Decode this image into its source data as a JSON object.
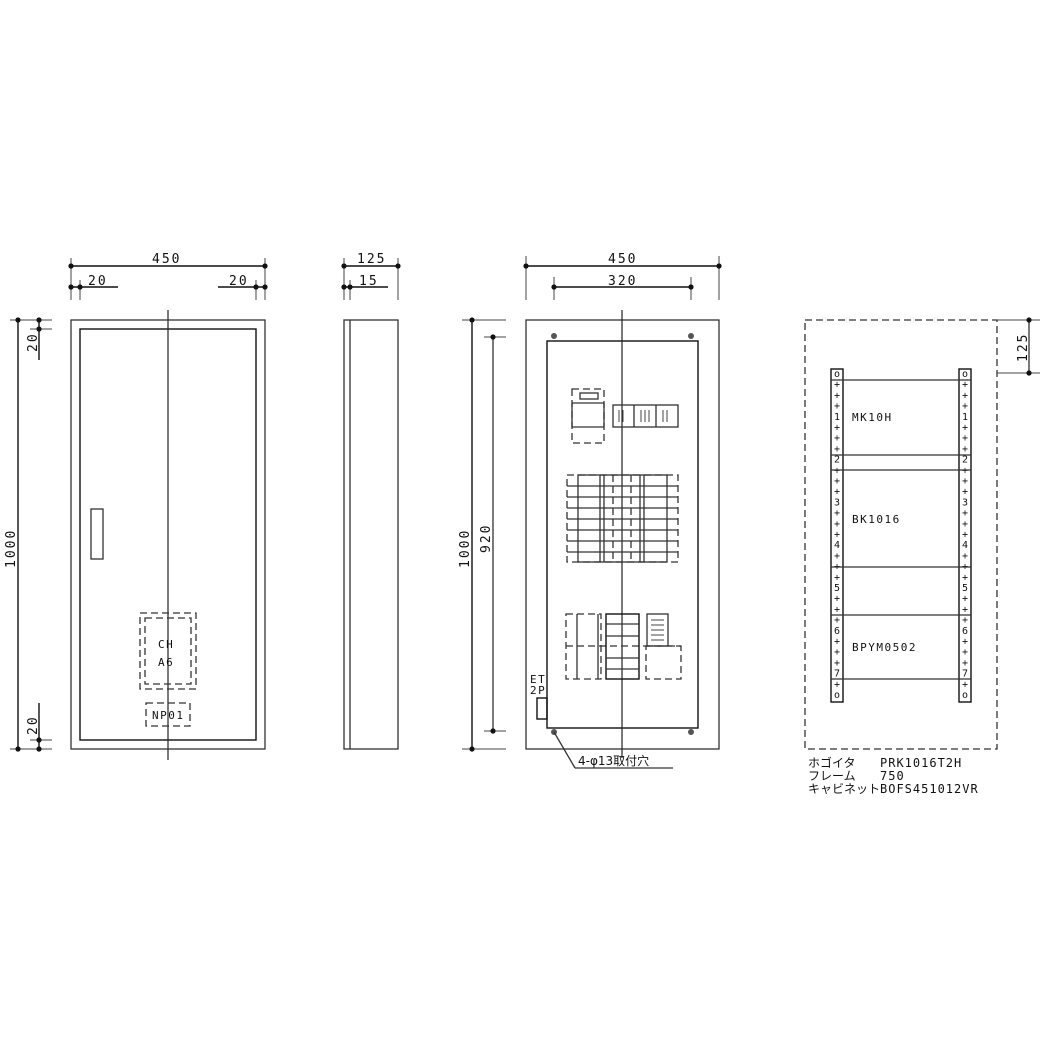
{
  "front_view": {
    "dim_width": "450",
    "dim_left_margin": "20",
    "dim_right_margin": "20",
    "dim_height": "1000",
    "dim_top_margin": "20",
    "dim_bottom_margin": "20",
    "meter_label_line1": "CH",
    "meter_label_line2": "A6",
    "nameplate_label": "NP01"
  },
  "side_view": {
    "dim_depth": "125",
    "dim_door": "15"
  },
  "interior_view": {
    "dim_width": "450",
    "dim_mount_pitch": "320",
    "dim_height": "1000",
    "dim_panel_height": "920",
    "terminal_label_line1": "ET",
    "terminal_label_line2": "2P",
    "mounting_hole_note": "4-φ13取付穴"
  },
  "frame_view": {
    "dim_offset": "125",
    "sections": [
      {
        "label": "MK10H"
      },
      {
        "label": "BK1016"
      },
      {
        "label": "BPYM0502"
      }
    ],
    "rail_marks": [
      "o",
      "+",
      "+",
      "+",
      "1",
      "+",
      "+",
      "+",
      "2",
      "+",
      "+",
      "+",
      "3",
      "+",
      "+",
      "+",
      "4",
      "+",
      "+",
      "+",
      "5",
      "+",
      "+",
      "+",
      "6",
      "+",
      "+",
      "+",
      "7",
      "+",
      "o"
    ]
  },
  "spec_table": [
    {
      "key": "ホゴイタ",
      "value": "PRK1016T2H"
    },
    {
      "key": "フレーム",
      "value": "750"
    },
    {
      "key": "キャビネット",
      "value": "BOFS451012VR"
    }
  ]
}
